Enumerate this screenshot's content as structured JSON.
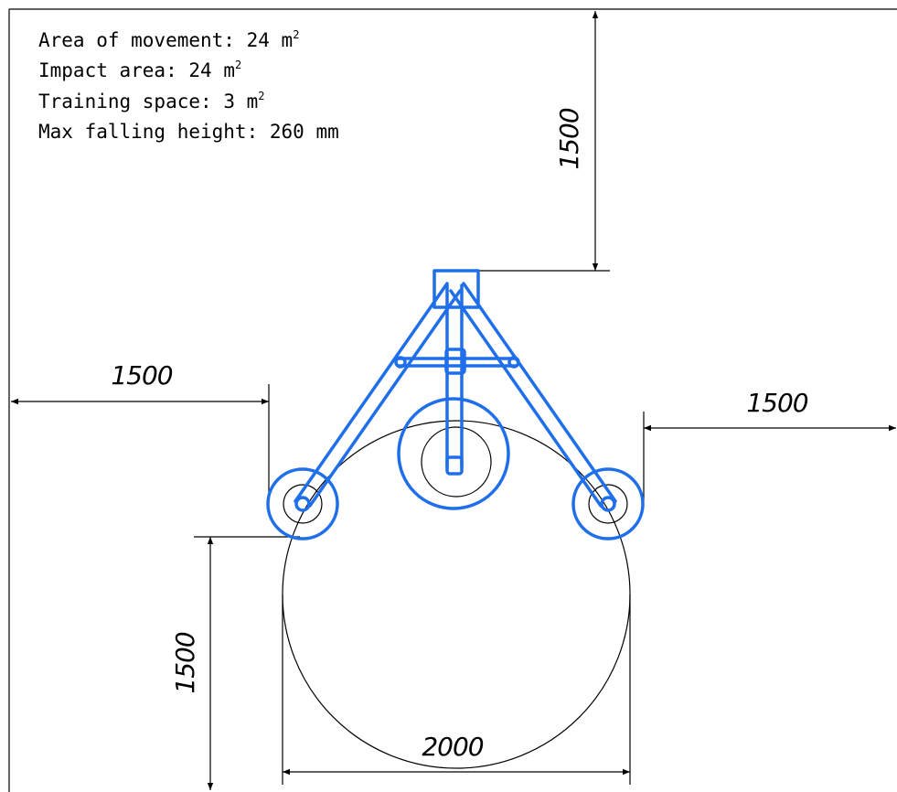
{
  "info_lines": [
    {
      "label": "Area of movement:",
      "value": "24",
      "unit": "m",
      "sup": "2"
    },
    {
      "label": "Impact area:",
      "value": "24",
      "unit": "m",
      "sup": "2"
    },
    {
      "label": "Training space:",
      "value": "3",
      "unit": "m",
      "sup": "2"
    },
    {
      "label": "Max falling height:",
      "value": "260",
      "unit": "mm",
      "sup": ""
    }
  ],
  "dimensions": {
    "top": "1500",
    "left": "1500",
    "right": "1500",
    "bottom_left": "1500",
    "bottom_width": "2000"
  },
  "colors": {
    "equipment": "#1f6feb",
    "lines": "#000000"
  }
}
